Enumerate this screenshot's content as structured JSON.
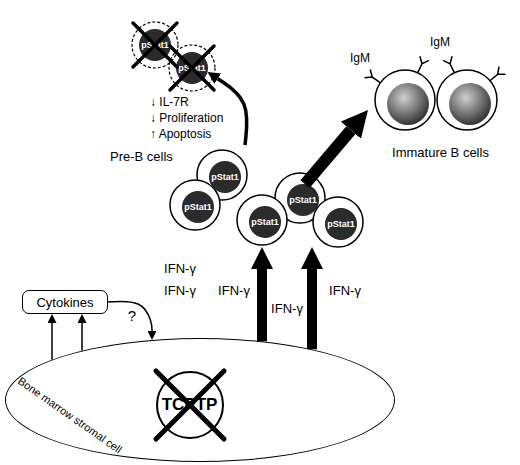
{
  "diagram": {
    "nodes": [
      {
        "text": [
          "pStat1"
        ]
      },
      {
        "text": [
          "pStat1"
        ]
      },
      {
        "text": [
          "Immature B cells"
        ]
      },
      {
        "text": [
          "Cytokines"
        ]
      },
      {
        "text": [
          "Pre-B cells"
        ]
      },
      {
        "text": [
          "pStat1"
        ],
        "in": 4
      },
      {
        "text": [
          "pStat1"
        ],
        "in": 4
      },
      {
        "text": [
          "pStat1"
        ],
        "in": 4
      },
      {
        "text": [
          "pStat1"
        ],
        "in": 4
      },
      {
        "text": [
          "pStat1"
        ],
        "in": 4
      },
      {
        "text": [
          "Bone marrow stromal cell"
        ]
      },
      {
        "text": [
          "TCPTP"
        ],
        "in": 10
      }
    ],
    "edges": [
      {
        "from": 10,
        "to": 3,
        "arrow": "to"
      },
      {
        "from": 10,
        "to": 3,
        "arrow": "to"
      },
      {
        "from": 3,
        "to": 10,
        "label": "?",
        "arrow": "to"
      },
      {
        "from": 10,
        "to": 4,
        "arrow": "to"
      },
      {
        "from": 10,
        "to": 4,
        "arrow": "to"
      },
      {
        "from": 8,
        "to": 2,
        "arrow": "to"
      },
      {
        "from": 4,
        "to": 1,
        "arrow": "to"
      }
    ],
    "labels": [
      "IgM",
      "IgM",
      "↓ IL-7R",
      "↓ Proliferation",
      "↑ Apoptosis",
      "IFN-γ",
      "IFN-γ",
      "IFN-γ",
      "IFN-γ",
      "IFN-γ"
    ]
  }
}
